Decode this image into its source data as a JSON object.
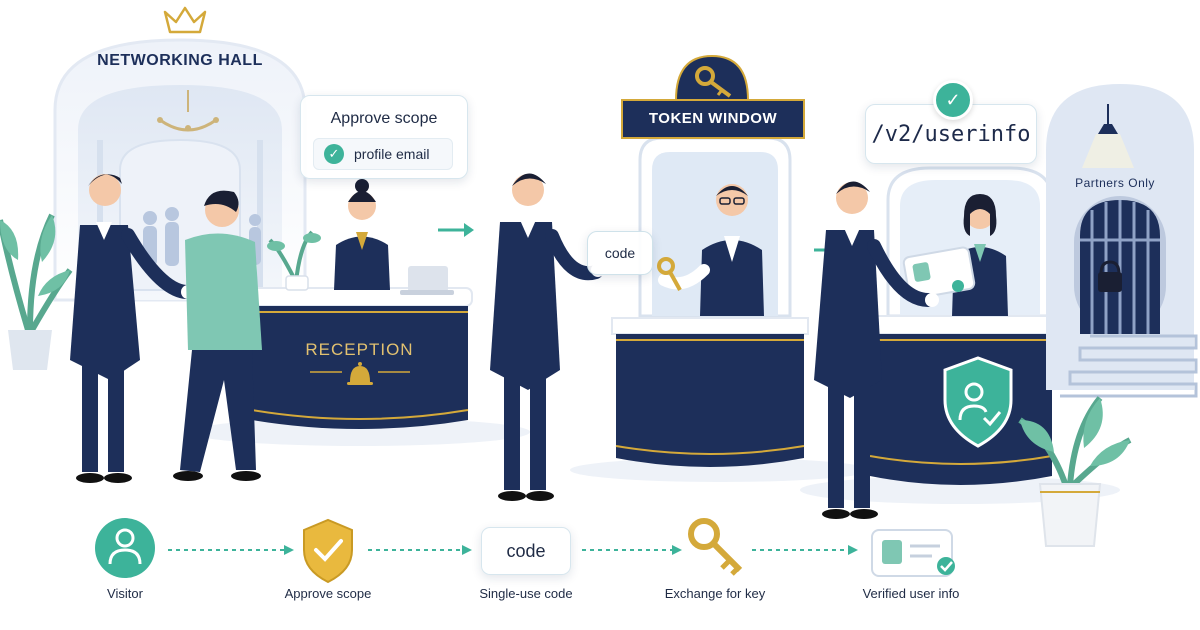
{
  "hall": {
    "sign": "NETWORKING HALL"
  },
  "scope_card": {
    "title": "Approve scope",
    "value": "profile email"
  },
  "reception": {
    "sign": "RECEPTION"
  },
  "token_window": {
    "sign": "TOKEN WINDOW"
  },
  "code_tag": "code",
  "endpoint": {
    "path": "/v2/userinfo"
  },
  "partners": {
    "sign": "Partners Only"
  },
  "steps": [
    {
      "label": "Visitor",
      "icon": "person-icon"
    },
    {
      "label": "Approve scope",
      "icon": "shield-check-icon"
    },
    {
      "label": "Single-use code",
      "icon": "code-card-icon",
      "card_text": "code"
    },
    {
      "label": "Exchange for key",
      "icon": "key-icon"
    },
    {
      "label": "Verified user info",
      "icon": "id-card-check-icon"
    }
  ],
  "colors": {
    "navy": "#1d2f5a",
    "teal": "#3db39a",
    "gold": "#d4a93a",
    "light_blue": "#e8eef7"
  }
}
